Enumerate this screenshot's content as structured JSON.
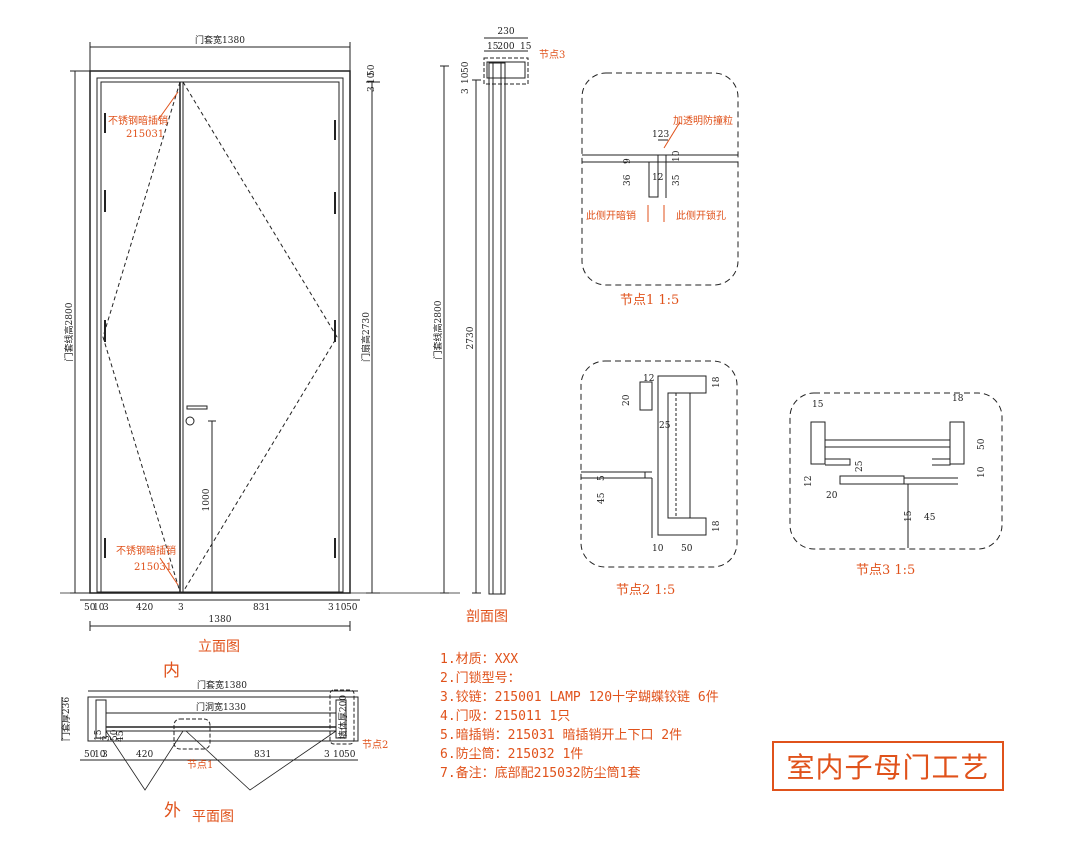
{
  "elevation": {
    "frame_width_label": "门套宽1380",
    "frame_height_label": "门套线高2800",
    "leaf_height_label": "门扇高2730",
    "handle_height": "1000",
    "bolt_top_label": "不锈钢暗插销",
    "bolt_top_code": "215031",
    "bolt_bottom_label": "不锈钢暗插销",
    "bolt_bottom_code": "215031",
    "bottom_dims": [
      "50",
      "10",
      "3",
      "420",
      "3",
      "831",
      "3",
      "10",
      "50"
    ],
    "total_width": "1380",
    "right_top_dims": [
      "50",
      "10",
      "3"
    ],
    "title": "立面图"
  },
  "section": {
    "width": "230",
    "sub_dims": [
      "15",
      "200",
      "15"
    ],
    "node_ref": "节点3",
    "height_label": "门套线高2800",
    "height": "2730",
    "top_dims": [
      "50",
      "10",
      "3"
    ],
    "title": "剖面图"
  },
  "node1": {
    "label_top": "加透明防撞粒",
    "dims": [
      "123",
      "9",
      "10",
      "36",
      "12",
      "35"
    ],
    "label_left": "此侧开暗销",
    "label_right": "此侧开锁孔",
    "caption": "节点1  1:5"
  },
  "node2": {
    "dims": [
      "12",
      "18",
      "20",
      "25",
      "5",
      "45",
      "18",
      "10",
      "50"
    ],
    "caption": "节点2  1:5"
  },
  "node3": {
    "dims": [
      "15",
      "18",
      "50",
      "25",
      "10",
      "12",
      "20",
      "15",
      "45"
    ],
    "caption": "节点3  1:5"
  },
  "plan": {
    "side_in": "内",
    "side_out": "外",
    "frame_width": "门套宽1380",
    "opening_width": "门洞宽1330",
    "frame_thickness": "门套厚236",
    "wall_thickness": "墙体厚200",
    "dims": [
      "50",
      "10",
      "3",
      "45",
      "420",
      "831",
      "3",
      "10",
      "50"
    ],
    "left_dims": [
      "15",
      "3",
      "50"
    ],
    "node1_ref": "节点1",
    "node2_ref": "节点2",
    "title": "平面图"
  },
  "notes": [
    "1.材质：XXX",
    "2.门锁型号：",
    "3.铰链：215001 LAMP 120十字蝴蝶铰链 6件",
    "4.门吸：215011  1只",
    "5.暗插销：215031 暗插销开上下口 2件",
    "6.防尘筒：215032 1件",
    "7.备注：底部配215032防尘筒1套"
  ],
  "title": "室内子母门工艺",
  "colors": {
    "accent": "#e0521b",
    "line": "#222222"
  }
}
